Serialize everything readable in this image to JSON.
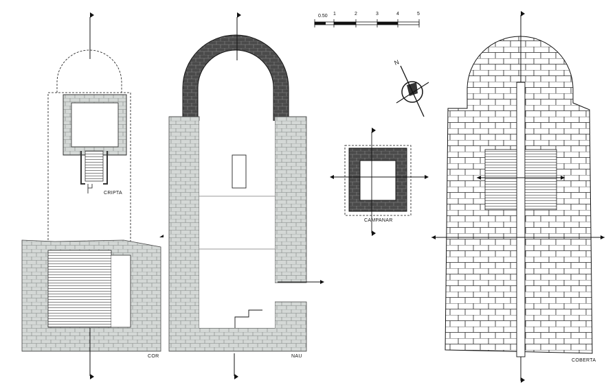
{
  "labels": {
    "cor": "COR",
    "cripta": "CRIPTA",
    "nau": "NAU",
    "campanar": "CAMPANAR",
    "coberta": "COBERTA"
  },
  "compass": {
    "north": "N"
  },
  "scale": {
    "ticks": [
      "0.50",
      "1",
      "2",
      "3",
      "4",
      "5"
    ],
    "unit_note": ""
  },
  "colors": {
    "paper": "#ffffff",
    "ink": "#111111",
    "stone_fill": "#d4d8d6",
    "stone_dark": "#4a4a4a",
    "wall_shade": "#bfc4c2"
  }
}
